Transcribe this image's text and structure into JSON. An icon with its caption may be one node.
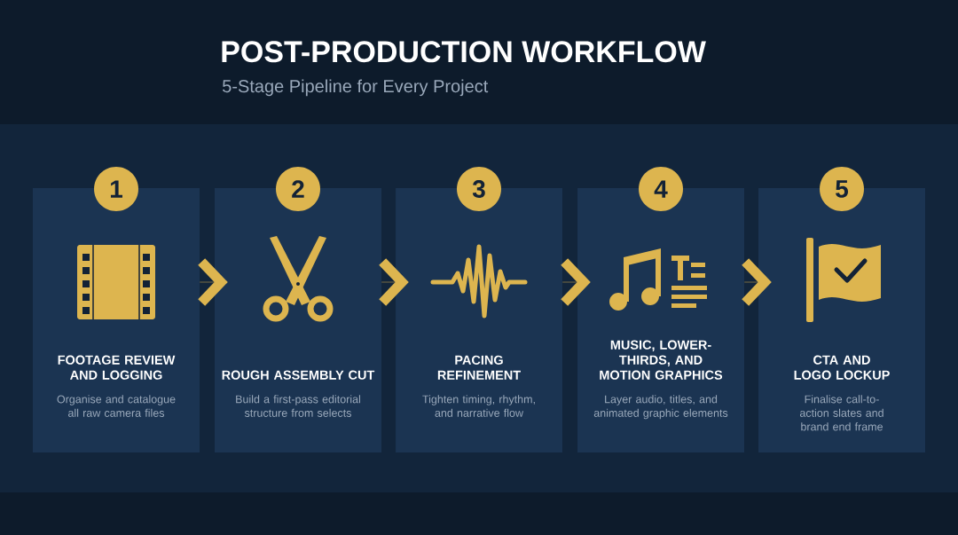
{
  "diagram": {
    "title": "POST-PRODUCTION WORKFLOW",
    "caption": "5-Stage Pipeline for Every Project",
    "nodes": [
      {
        "text": [
          "1",
          "FOOTAGE REVIEW AND LOGGING",
          "Organise and catalogue all raw camera files"
        ]
      },
      {
        "text": [
          "2",
          "ROUGH ASSEMBLY CUT",
          "Build a first-pass editorial structure from selects"
        ]
      },
      {
        "text": [
          "3",
          "PACING REFINEMENT",
          "Tighten timing, rhythm, and narrative flow"
        ]
      },
      {
        "text": [
          "4",
          "MUSIC, LOWER-THIRDS, AND MOTION GRAPHICS",
          "Layer audio, titles, and animated graphic elements"
        ]
      },
      {
        "text": [
          "5",
          "CTA AND LOGO LOCKUP",
          "Finalise call-to-action slates and brand end frame"
        ]
      }
    ],
    "edges": [
      {
        "from": 0,
        "to": 1,
        "arrow": "to"
      },
      {
        "from": 1,
        "to": 2,
        "arrow": "to"
      },
      {
        "from": 2,
        "to": 3,
        "arrow": "to"
      },
      {
        "from": 3,
        "to": 4,
        "arrow": "to"
      }
    ]
  }
}
